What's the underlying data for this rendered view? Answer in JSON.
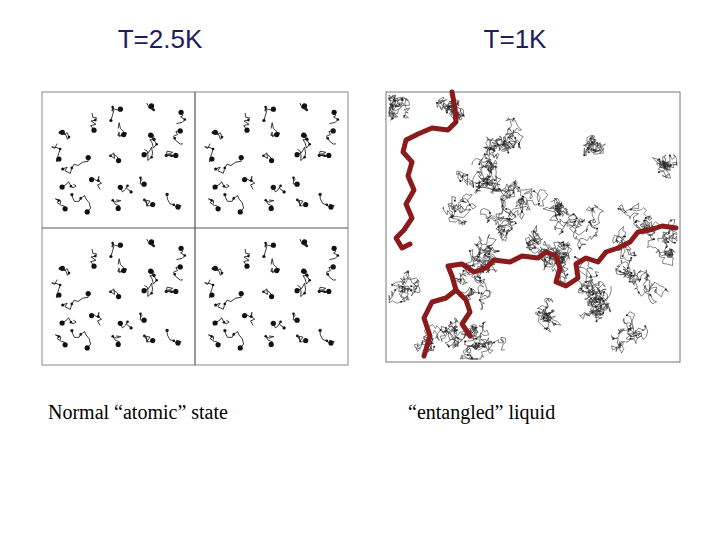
{
  "diagram": {
    "labels": [
      "T=2.5K",
      "T=1K",
      "Normal “atomic” state",
      "“entangled” liquid"
    ]
  }
}
